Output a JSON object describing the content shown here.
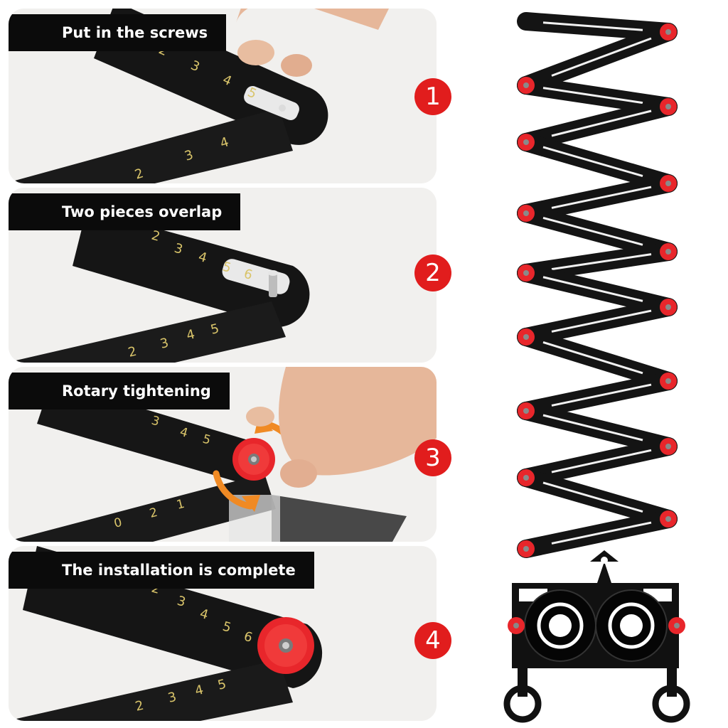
{
  "steps": [
    {
      "number": "1",
      "label": "Put in the screws"
    },
    {
      "number": "2",
      "label": "Two pieces overlap"
    },
    {
      "number": "3",
      "label": "Rotary tightening"
    },
    {
      "number": "4",
      "label": "The installation is complete"
    }
  ],
  "colors": {
    "ruler": "#141414",
    "scale_marking": "#d9c46a",
    "knob": "#e8262b",
    "badge": "#e11d1d",
    "label_bar": "#0b0b0b",
    "panel_bg": "#f1f0ee",
    "skin": "#e6b79a",
    "arrow": "#f08a24"
  },
  "icons": [
    "red-knob-icon",
    "rotate-arrow-icon"
  ]
}
